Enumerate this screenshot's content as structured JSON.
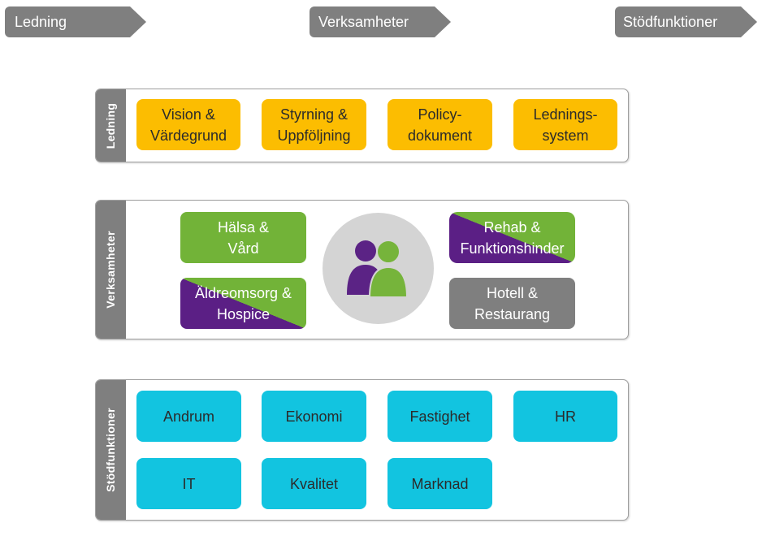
{
  "top_nav": [
    {
      "label": "Ledning"
    },
    {
      "label": "Verksamheter"
    },
    {
      "label": "Stödfunktioner"
    }
  ],
  "ledning": {
    "label": "Ledning",
    "items": [
      {
        "label": "Vision &\nVärdegrund"
      },
      {
        "label": "Styrning &\nUppföljning"
      },
      {
        "label": "Policy-\ndokument"
      },
      {
        "label": "Lednings-\nsystem"
      }
    ]
  },
  "verksamheter": {
    "label": "Verksamheter",
    "items": [
      {
        "label": "Hälsa &\nVård"
      },
      {
        "label": "Rehab &\nFunktionshinder"
      },
      {
        "label": "Äldreomsorg &\nHospice"
      },
      {
        "label": "Hotell &\nRestaurang"
      }
    ],
    "center_icon": "people-icon"
  },
  "stodfunktioner": {
    "label": "Stödfunktioner",
    "items": [
      {
        "label": "Andrum"
      },
      {
        "label": "Ekonomi"
      },
      {
        "label": "Fastighet"
      },
      {
        "label": "HR"
      },
      {
        "label": "IT"
      },
      {
        "label": "Kvalitet"
      },
      {
        "label": "Marknad"
      }
    ]
  },
  "colors": {
    "gray": "#7f7f7f",
    "yellow": "#fcbd01",
    "cyan": "#12c4e0",
    "green": "#72b338",
    "purple": "#5b1f85"
  }
}
